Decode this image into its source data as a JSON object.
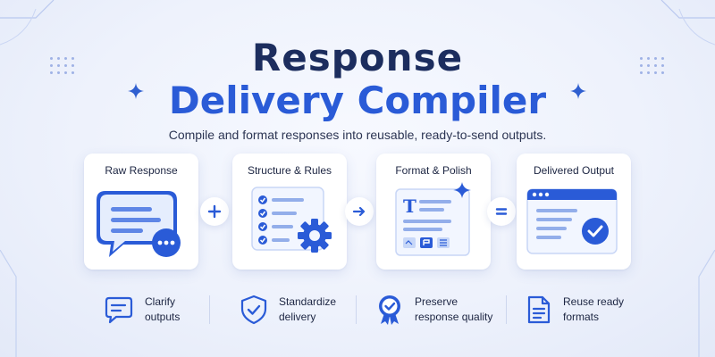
{
  "header": {
    "title_line1": "Response",
    "title_line2": "Delivery Compiler",
    "subtitle": "Compile and format responses into reusable, ready-to-send outputs."
  },
  "pipeline": {
    "steps": [
      {
        "label": "Raw Response",
        "icon": "chat-bubble-icon"
      },
      {
        "label": "Structure & Rules",
        "icon": "checklist-gear-icon"
      },
      {
        "label": "Format & Polish",
        "icon": "document-format-icon"
      },
      {
        "label": "Delivered Output",
        "icon": "window-check-icon"
      }
    ],
    "operators": [
      "+",
      "→",
      "="
    ]
  },
  "features": [
    {
      "line1": "Clarify",
      "line2": "outputs",
      "icon": "message-lines-icon"
    },
    {
      "line1": "Standardize",
      "line2": "delivery",
      "icon": "shield-check-icon"
    },
    {
      "line1": "Preserve",
      "line2": "response quality",
      "icon": "award-badge-icon"
    },
    {
      "line1": "Reuse ready",
      "line2": "formats",
      "icon": "document-icon"
    }
  ],
  "colors": {
    "primary": "#2a5bd7",
    "navy": "#1c2d5e",
    "light": "#dfe8fb"
  }
}
